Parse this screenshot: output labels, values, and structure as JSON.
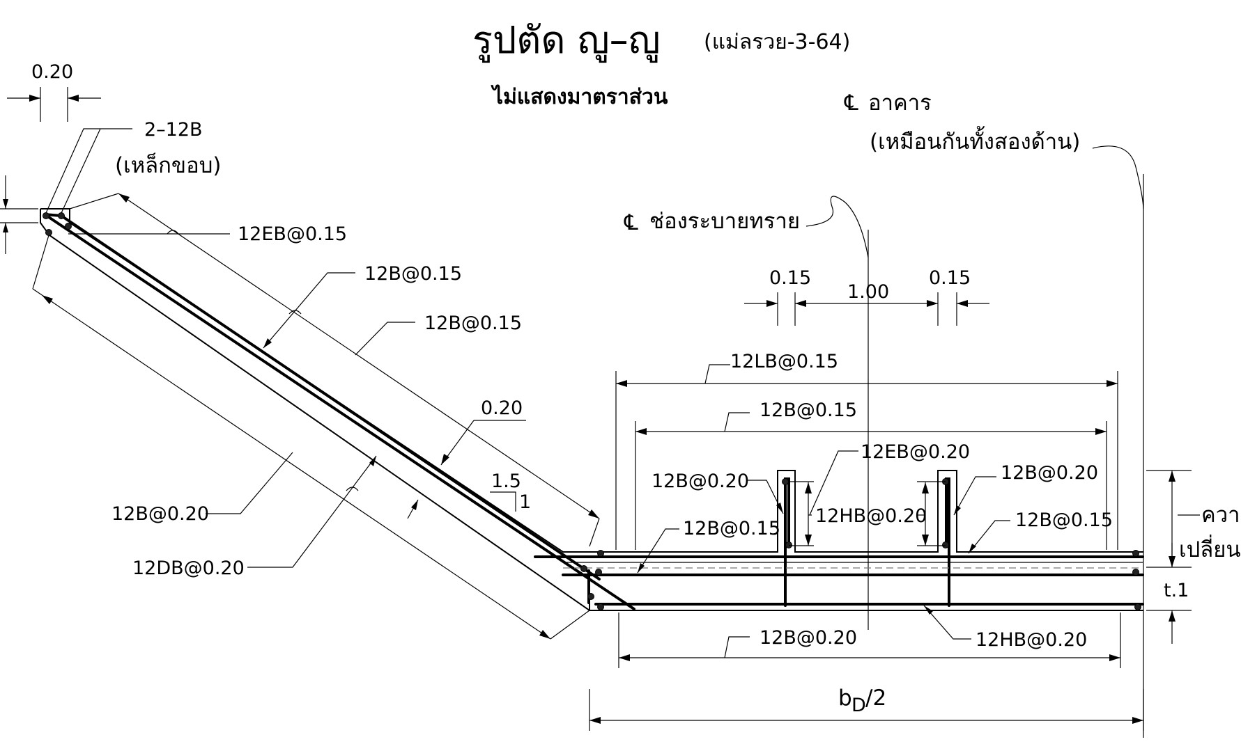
{
  "title": {
    "main": "รูปตัด ญู–ญู",
    "ref": "(แม่ลรวย-3-64)",
    "subtitle": "ไม่แสดงมาตราส่วน"
  },
  "centerlines": {
    "building": {
      "symbol": "℄",
      "text": "อาคาร",
      "note": "(เหมือนกันทั้งสองด้าน)"
    },
    "drain": {
      "symbol": "℄",
      "text": "ช่องระบายทราย"
    }
  },
  "dimensions": {
    "top_width": "0.20",
    "gap_left": "0.15",
    "gap_mid": "1.00",
    "gap_right": "0.15",
    "slab_thickness": "0.20",
    "slope_run": "1.5",
    "slope_rise": "1",
    "t1": "t.1",
    "half_width": "b",
    "half_width_sub": "D",
    "half_width_tail": "/2",
    "right_cut": "ควา",
    "right_cut2": "เปลี่ยน"
  },
  "rebar_labels": {
    "edge_bars": "2–12B",
    "edge_note": "(เหล็กขอบ)",
    "eb_top": "12EB@0.15",
    "slope_b1": "12B@0.15",
    "slope_b2": "12B@0.15",
    "slope_b3": "12B@0.20",
    "slope_db": "12DB@0.20",
    "lb": "12LB@0.15",
    "b_top": "12B@0.15",
    "eb_curb": "12EB@0.20",
    "b_curb_left": "12B@0.20",
    "b_curb_right": "12B@0.20",
    "hb_curb": "12HB@0.20",
    "b_inner": "12B@0.15",
    "b_right": "12B@0.15",
    "b_bottom": "12B@0.20",
    "hb_bottom": "12HB@0.20"
  }
}
